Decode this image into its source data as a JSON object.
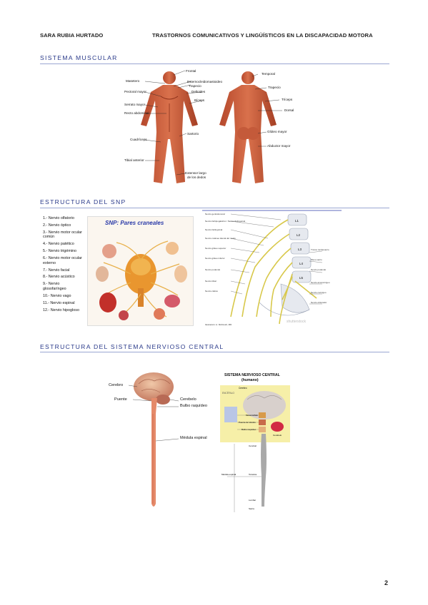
{
  "header": {
    "author": "SARA RUBIA HURTADO",
    "subject": "TRASTORNOS COMUNICATIVOS Y LINGÜÍSTICOS EN LA DISCAPACIDAD MOTORA"
  },
  "sections": {
    "muscular": {
      "title": "SISTEMA MUSCULAR",
      "front_labels": [
        "Frontal",
        "Masetero",
        "Esternocleidomastoideo",
        "Trapecio",
        "Pectoral mayor",
        "Deltoides",
        "Serrato mayor",
        "Bíceps",
        "Recto abdominal",
        "Sartorio",
        "Cuadríceps",
        "Tibial anterior",
        "Extensor largo",
        "de los dedos"
      ],
      "back_labels": [
        "Temporal",
        "Trapecio",
        "Tríceps",
        "Dorsal",
        "Glúteo mayor",
        "Abductor mayor"
      ]
    },
    "snp": {
      "title": "ESTRUCTURA DEL SNP",
      "nerves": [
        "1.- Nervio olfatorio",
        "2.- Nervio óptico",
        "3.- Nervio motor ocular común",
        "4.- Nervio patético",
        "5.- Nervio trigémino",
        "6.- Nervio motor ocular externo",
        "7.- Nervio facial",
        "8.- Nervio acústico",
        "9.- Nervio glosofaríngeo",
        "10.- Nervio vago",
        "11.- Nervio espinal",
        "12.- Nervio hipogloso"
      ],
      "cranial_title": "SNP: Pares craneales",
      "vertebrae": [
        "L1",
        "L2",
        "L3",
        "L4",
        "L5"
      ],
      "plexus_labels": [
        "Nervio genitofemoral",
        "Nervio iliohipogástrico / Nervio iliolinguinal",
        "Nervio iliolinguinal",
        "Nervio cutáneo lateral del muslo",
        "Nervio glúteo superior",
        "Nervio glúteo inferior",
        "Nervio pudendo",
        "Nervio tibial",
        "Nervio ciático"
      ],
      "plexus_right_labels": [
        "Tronco lumbosacro",
        "Plexo sacro",
        "Nervio pudendo",
        "Nervio anococcígeo",
        "Nervio coccígeo",
        "Nervio obturador"
      ],
      "credit": "Ilustración: A. McIntosh, MD",
      "watermark": "shutterstock"
    },
    "snc": {
      "title": "ESTRUCTURA DEL SISTEMA NERVIOSO CENTRAL",
      "left_labels": [
        "Cerebro",
        "Puente",
        "Cerebelo",
        "Bulbo raquídeo",
        "Médula espinal"
      ],
      "right_title_1": "SISTEMA NERVIOSO CENTRAL",
      "right_title_2": "(humano)",
      "right_labels": [
        "Cerebro",
        "ENCÉFALO",
        "Mesencéfalo",
        "Puente de Varolio",
        "Bulbo raquídeo",
        "Cerebelo",
        "Cervical",
        "Médula espinal",
        "Torácica",
        "Lumbar",
        "Sacra"
      ]
    }
  },
  "page_number": "2"
}
